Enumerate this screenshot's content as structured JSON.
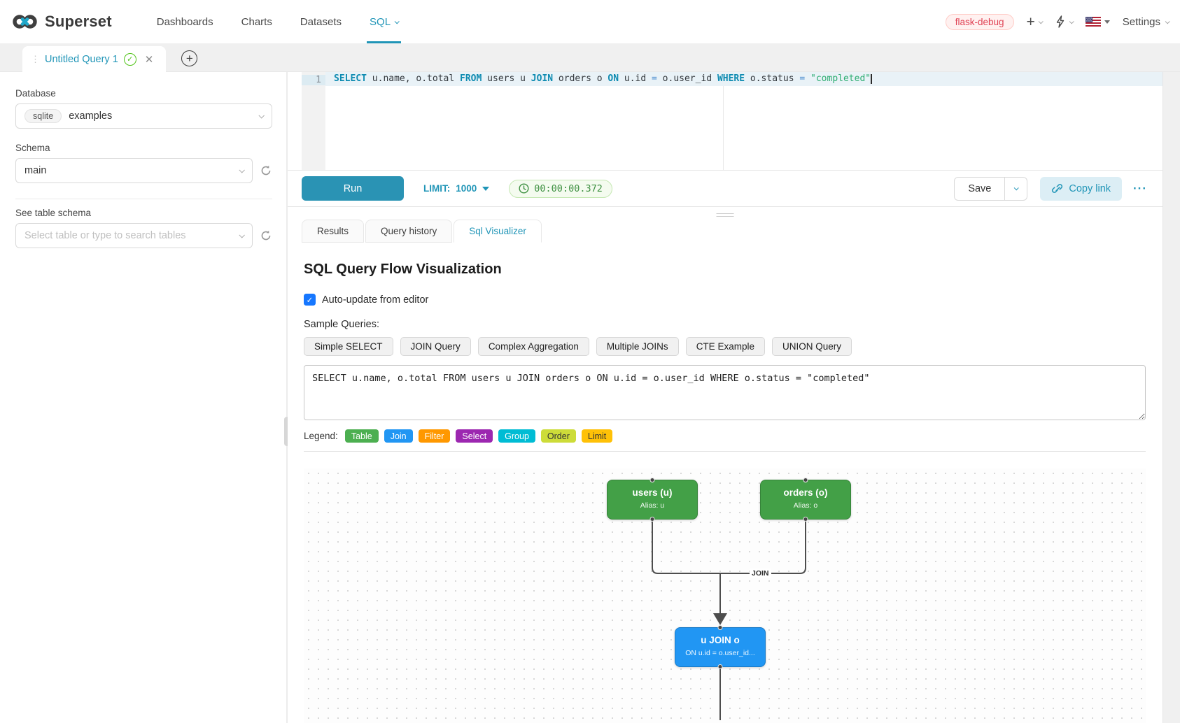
{
  "colors": {
    "accent": "#2095b7",
    "run_button": "#2a93b4"
  },
  "nav": {
    "brand": "Superset",
    "items": [
      {
        "label": "Dashboards"
      },
      {
        "label": "Charts"
      },
      {
        "label": "Datasets"
      },
      {
        "label": "SQL"
      }
    ],
    "env_badge": "flask-debug",
    "settings_label": "Settings"
  },
  "query_tab": {
    "title": "Untitled Query 1"
  },
  "sidebar": {
    "database_label": "Database",
    "database_engine": "sqlite",
    "database_value": "examples",
    "schema_label": "Schema",
    "schema_value": "main",
    "table_label": "See table schema",
    "table_placeholder": "Select table or type to search tables"
  },
  "editor": {
    "line_number": "1",
    "tokens": [
      {
        "t": "SELECT",
        "c": "kw"
      },
      {
        "t": " u.name, o.total ",
        "c": "id"
      },
      {
        "t": "FROM",
        "c": "kw"
      },
      {
        "t": " users u ",
        "c": "id"
      },
      {
        "t": "JOIN",
        "c": "kw"
      },
      {
        "t": " orders o ",
        "c": "id"
      },
      {
        "t": "ON",
        "c": "kw"
      },
      {
        "t": " u.id ",
        "c": "id"
      },
      {
        "t": "=",
        "c": "op"
      },
      {
        "t": " o.user_id ",
        "c": "id"
      },
      {
        "t": "WHERE",
        "c": "kw"
      },
      {
        "t": " o.status ",
        "c": "id"
      },
      {
        "t": "=",
        "c": "op"
      },
      {
        "t": " ",
        "c": "id"
      },
      {
        "t": "\"completed\"",
        "c": "str"
      }
    ]
  },
  "toolbar": {
    "run_label": "Run",
    "limit_label": "LIMIT:",
    "limit_value": "1000",
    "timer": "00:00:00.372",
    "save_label": "Save",
    "copy_link_label": "Copy link",
    "more_label": "···"
  },
  "result_tabs": [
    {
      "label": "Results"
    },
    {
      "label": "Query history"
    },
    {
      "label": "Sql Visualizer"
    }
  ],
  "visualizer": {
    "title": "SQL Query Flow Visualization",
    "auto_update_label": "Auto-update from editor",
    "auto_update_checked": true,
    "sample_queries_label": "Sample Queries:",
    "sample_buttons": [
      "Simple SELECT",
      "JOIN Query",
      "Complex Aggregation",
      "Multiple JOINs",
      "CTE Example",
      "UNION Query"
    ],
    "query_text": "SELECT u.name, o.total FROM users u JOIN orders o ON u.id = o.user_id WHERE o.status = \"completed\"",
    "legend_label": "Legend:",
    "legend": [
      {
        "label": "Table",
        "color": "#4CAF50",
        "text_color": "#ffffff"
      },
      {
        "label": "Join",
        "color": "#2196F3",
        "text_color": "#ffffff"
      },
      {
        "label": "Filter",
        "color": "#FF9800",
        "text_color": "#ffffff"
      },
      {
        "label": "Select",
        "color": "#9C27B0",
        "text_color": "#ffffff"
      },
      {
        "label": "Group",
        "color": "#00BCD4",
        "text_color": "#ffffff"
      },
      {
        "label": "Order",
        "color": "#CDDC39",
        "text_color": "#333333"
      },
      {
        "label": "Limit",
        "color": "#FFC107",
        "text_color": "#333333"
      }
    ],
    "flow": {
      "nodes": [
        {
          "title": "users (u)",
          "subtitle": "Alias: u",
          "color": "#43A047"
        },
        {
          "title": "orders (o)",
          "subtitle": "Alias: o",
          "color": "#43A047"
        },
        {
          "title": "u JOIN o",
          "subtitle": "ON u.id = o.user_id...",
          "color": "#2196F3"
        }
      ],
      "edge_label": "JOIN"
    }
  }
}
